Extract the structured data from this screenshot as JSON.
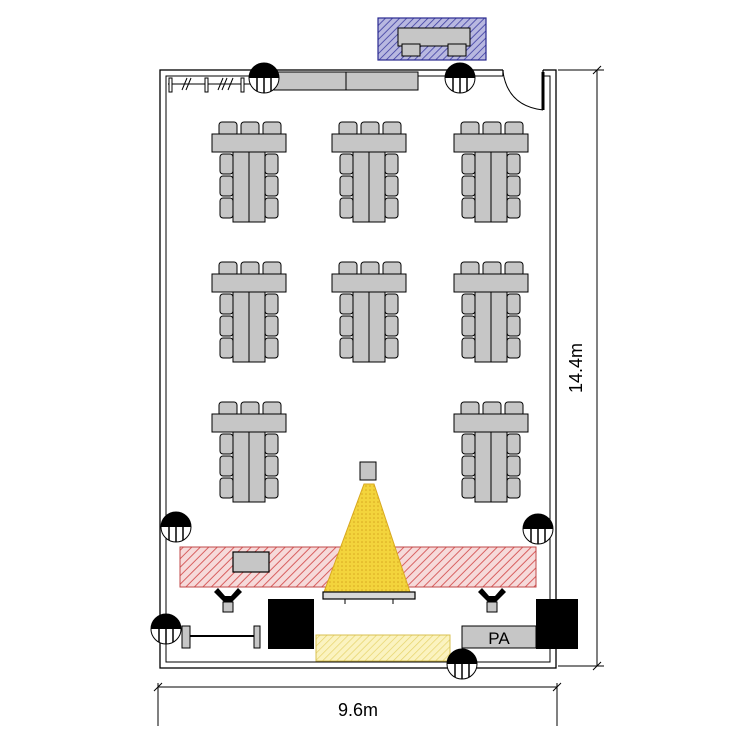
{
  "dimensions": {
    "width_label": "9.6m",
    "height_label": "14.4m"
  },
  "equipment": {
    "pa_label": "PA"
  },
  "colors": {
    "table_fill": "#c6c6c6",
    "outline": "#000000",
    "stage_hatch": "#e06a6a",
    "stage_fill": "#f4d6d6",
    "beam": "#f2d23a",
    "monitor_hatch": "#4a4aa8",
    "speaker": "#000000"
  }
}
